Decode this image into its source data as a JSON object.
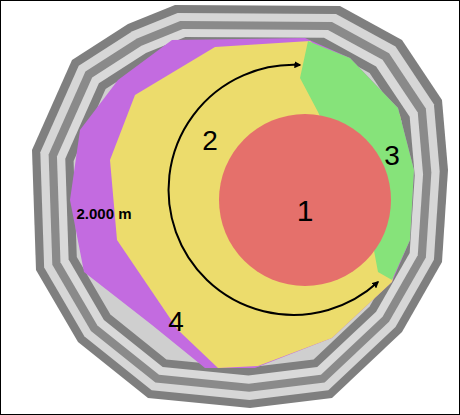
{
  "diagram": {
    "labels": [
      "2",
      "3",
      "1",
      "2.000 m",
      "4"
    ]
  }
}
